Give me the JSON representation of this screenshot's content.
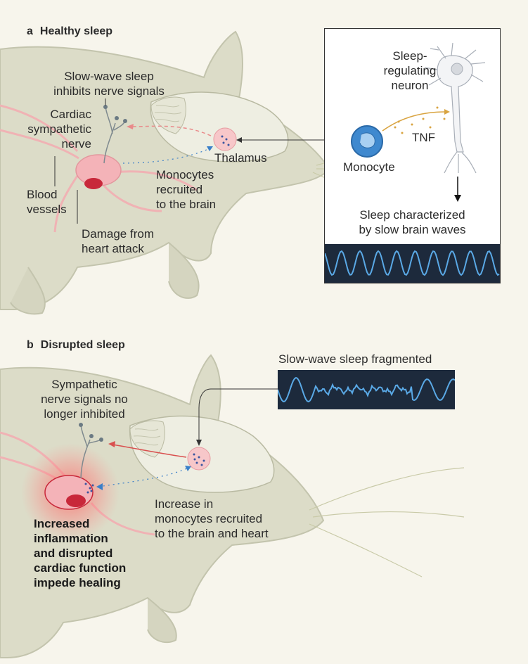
{
  "panel_a": {
    "letter": "a",
    "title": "Healthy sleep",
    "labels": {
      "slow_wave_1": "Slow-wave sleep",
      "slow_wave_2": "inhibits nerve signals",
      "cardiac_1": "Cardiac",
      "cardiac_2": "sympathetic",
      "cardiac_3": "nerve",
      "thalamus": "Thalamus",
      "monocytes_1": "Monocytes",
      "monocytes_2": "recruited",
      "monocytes_3": "to the brain",
      "blood_1": "Blood",
      "blood_2": "vessels",
      "damage_1": "Damage from",
      "damage_2": "heart attack"
    },
    "inset": {
      "neuron_1": "Sleep-",
      "neuron_2": "regulating",
      "neuron_3": "neuron",
      "tnf": "TNF",
      "monocyte": "Monocyte",
      "result_1": "Sleep characterized",
      "result_2": "by slow brain waves"
    }
  },
  "panel_b": {
    "letter": "b",
    "title": "Disrupted sleep",
    "labels": {
      "fragmented": "Slow-wave sleep fragmented",
      "symp_1": "Sympathetic",
      "symp_2": "nerve signals no",
      "symp_3": "longer inhibited",
      "increase_1": "Increase in",
      "increase_2": "monocytes recruited",
      "increase_3": "to the brain and heart",
      "outcome_1": "Increased",
      "outcome_2": "inflammation",
      "outcome_3": "and disrupted",
      "outcome_4": "cardiac function",
      "outcome_5": "impede healing"
    }
  },
  "colors": {
    "background": "#f7f5ec",
    "mouse_fill": "#dcdcc8",
    "mouse_line": "#c3c4ad",
    "wave_bg": "#1d2a3c",
    "wave_line": "#5aa9e6",
    "heart": "#f4b3b8",
    "damage": "#c8283a",
    "inhibit_arrow": "#e98a8a",
    "monocyte_arrow": "#3a7fc9",
    "tnf": "#d9a441"
  }
}
